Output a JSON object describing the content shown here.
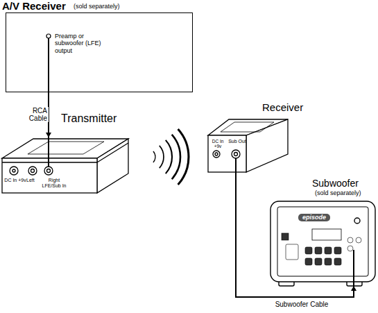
{
  "diagram": {
    "nodes": [
      {
        "text": [
          "A/V Receiver",
          "(sold separately)",
          "Preamp or subwoofer (LFE) output"
        ]
      },
      {
        "text": [
          "Transmitter"
        ]
      },
      {
        "text": [
          "Receiver"
        ]
      },
      {
        "text": [
          "Subwoofer",
          "(sold separately)"
        ]
      }
    ],
    "edges": [
      {
        "from": 0,
        "to": 1,
        "label": "RCA Cable",
        "arrow": "to"
      },
      {
        "from": 2,
        "to": 3,
        "label": "Subwoofer Cable",
        "arrow": "to"
      }
    ],
    "labels": [
      "DC In +9v",
      "Left",
      "Right LFE/Sub In",
      "DC In +9v",
      "Sub Out",
      "episode"
    ]
  }
}
